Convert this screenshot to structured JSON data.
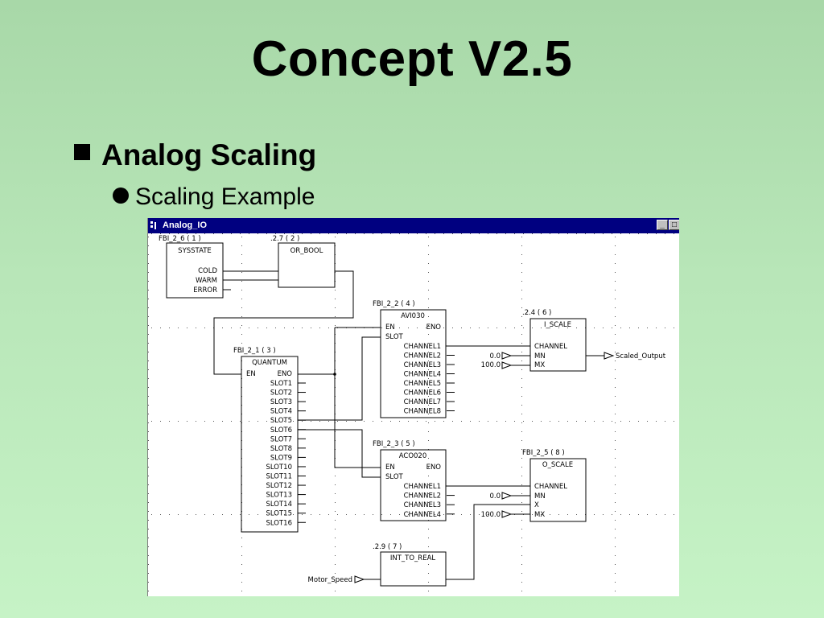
{
  "slide": {
    "title": "Concept V2.5",
    "bullet1": "Analog Scaling",
    "bullet2": "Scaling Example"
  },
  "window": {
    "title": "Analog_IO",
    "minimize_label": "_",
    "restore_label": "□"
  },
  "blocks": {
    "sysstate": {
      "tag": "FBI_2_6 ( 1 )",
      "name": "SYSSTATE",
      "outputs": [
        "COLD",
        "WARM",
        "ERROR"
      ]
    },
    "or_bool": {
      "tag": ".2.7 ( 2 )",
      "name": "OR_BOOL"
    },
    "quantum": {
      "tag": "FBI_2_1 ( 3 )",
      "name": "QUANTUM",
      "en": "EN",
      "eno": "ENO",
      "outputs": [
        "SLOT1",
        "SLOT2",
        "SLOT3",
        "SLOT4",
        "SLOT5",
        "SLOT6",
        "SLOT7",
        "SLOT8",
        "SLOT9",
        "SLOT10",
        "SLOT11",
        "SLOT12",
        "SLOT13",
        "SLOT14",
        "SLOT15",
        "SLOT16"
      ]
    },
    "avi030": {
      "tag": "FBI_2_2 ( 4 )",
      "name": "AVI030",
      "en": "EN",
      "eno": "ENO",
      "slot": "SLOT",
      "outputs": [
        "CHANNEL1",
        "CHANNEL2",
        "CHANNEL3",
        "CHANNEL4",
        "CHANNEL5",
        "CHANNEL6",
        "CHANNEL7",
        "CHANNEL8"
      ]
    },
    "i_scale": {
      "tag": ".2.4 ( 6 )",
      "name": "I_SCALE",
      "inputs": [
        "CHANNEL",
        "MN",
        "MX"
      ],
      "mn_value": "0.0",
      "mx_value": "100.0",
      "output": "Scaled_Output"
    },
    "aco020": {
      "tag": "FBI_2_3 ( 5 )",
      "name": "ACO020",
      "en": "EN",
      "eno": "ENO",
      "slot": "SLOT",
      "outputs": [
        "CHANNEL1",
        "CHANNEL2",
        "CHANNEL3",
        "CHANNEL4"
      ]
    },
    "o_scale": {
      "tag": "FBI_2_5 ( 8 )",
      "name": "O_SCALE",
      "inputs": [
        "CHANNEL",
        "MN",
        "X",
        "MX"
      ],
      "mn_value": "0.0",
      "mx_value": "100.0"
    },
    "int_to_real": {
      "tag": ".2.9 ( 7 )",
      "name": "INT_TO_REAL",
      "input": "Motor_Speed"
    }
  }
}
